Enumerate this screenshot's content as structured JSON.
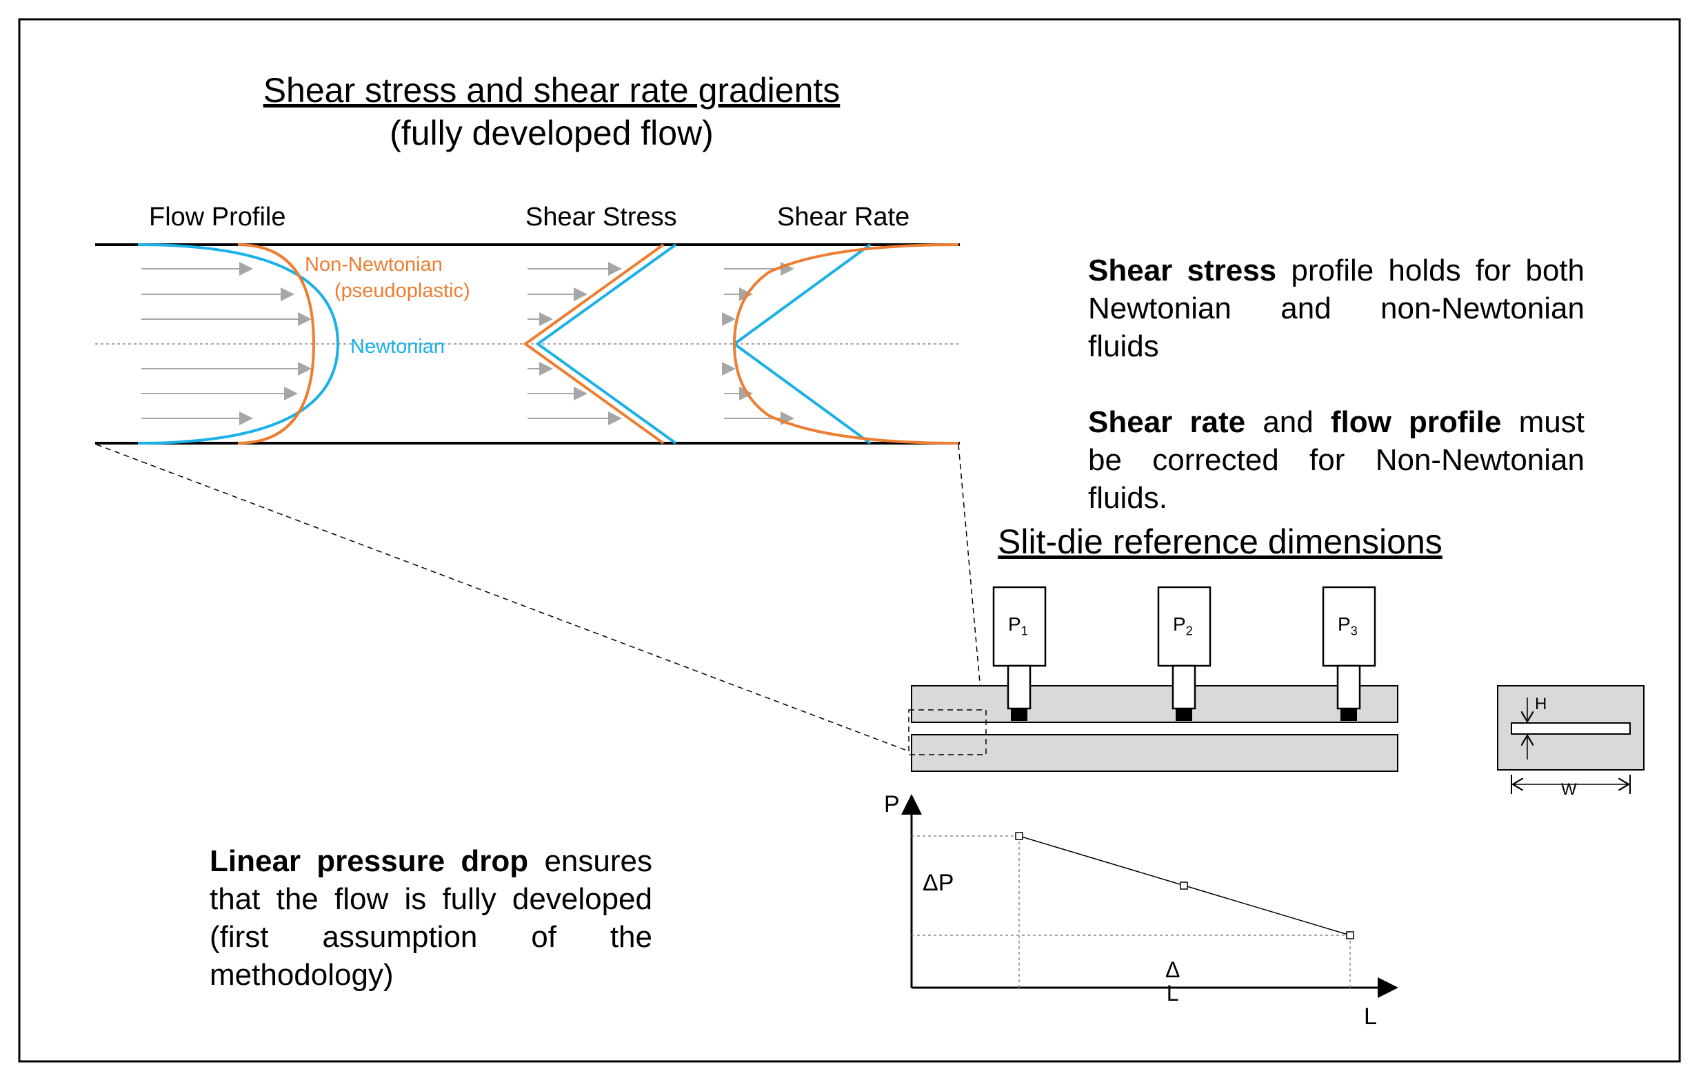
{
  "title": {
    "line1": "Shear stress and shear rate gradients",
    "line2": "(fully developed flow)"
  },
  "columns": {
    "flow_profile": "Flow Profile",
    "shear_stress": "Shear Stress",
    "shear_rate": "Shear Rate"
  },
  "curve_labels": {
    "non_newtonian": "Non-Newtonian",
    "pseudoplastic": "(pseudoplastic)",
    "newtonian": "Newtonian"
  },
  "right_text": {
    "p1_bold": "Shear stress",
    "p1_rest_a": "profile holds for both",
    "p1_line2": "Newtonian and non-Newtonian",
    "p1_line3": "fluids",
    "p2_bold1": "Shear rate",
    "p2_and": "and",
    "p2_bold2": "flow profile",
    "p2_rest_a": "must",
    "p2_line2": "be corrected for Non-Newtonian",
    "p2_line3": "fluids."
  },
  "slit_die": {
    "title": "Slit-die reference dimensions",
    "sensors": [
      {
        "label": "P",
        "sub": "1"
      },
      {
        "label": "P",
        "sub": "2"
      },
      {
        "label": "P",
        "sub": "3"
      }
    ],
    "cross_section": {
      "height_label": "H",
      "width_label": "W"
    }
  },
  "pressure_plot": {
    "y_axis_label": "P",
    "x_axis_label": "L",
    "delta_p_label": "ΔP",
    "delta_l_label_top": "Δ",
    "delta_l_label_bottom": "L"
  },
  "left_text": {
    "bold": "Linear pressure drop",
    "rest_a": "ensures",
    "line2": "that the flow is fully developed",
    "line3": "(first assumption of the",
    "line4": "methodology)"
  },
  "colors": {
    "non_newtonian": "#ed7d31",
    "newtonian": "#1ab0e8",
    "flow_arrows": "#a6a6a6",
    "die_fill": "#d9d9d9"
  }
}
